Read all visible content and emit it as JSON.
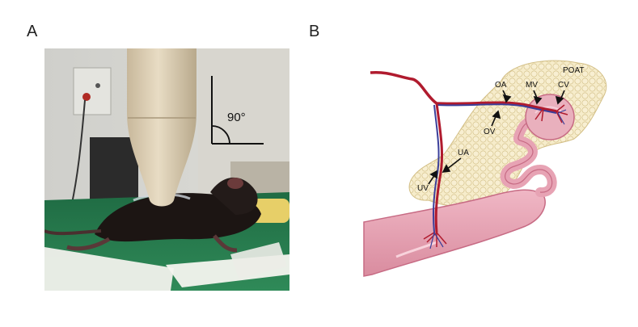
{
  "panels": {
    "a": {
      "letter": "A",
      "angle_label": "90°"
    },
    "b": {
      "letter": "B",
      "labels": {
        "poat": "POAT",
        "oa": "OA",
        "mv": "MV",
        "cv": "CV",
        "ov": "OV",
        "ua": "UA",
        "uv": "UV"
      }
    }
  },
  "colors": {
    "artery": "#b01b2e",
    "vein": "#3b3f9a",
    "fat": "#f3e6bf",
    "uterus": "#e7a3b4",
    "ovary": "#e9b0bd",
    "drape": "#2e7a4e"
  }
}
